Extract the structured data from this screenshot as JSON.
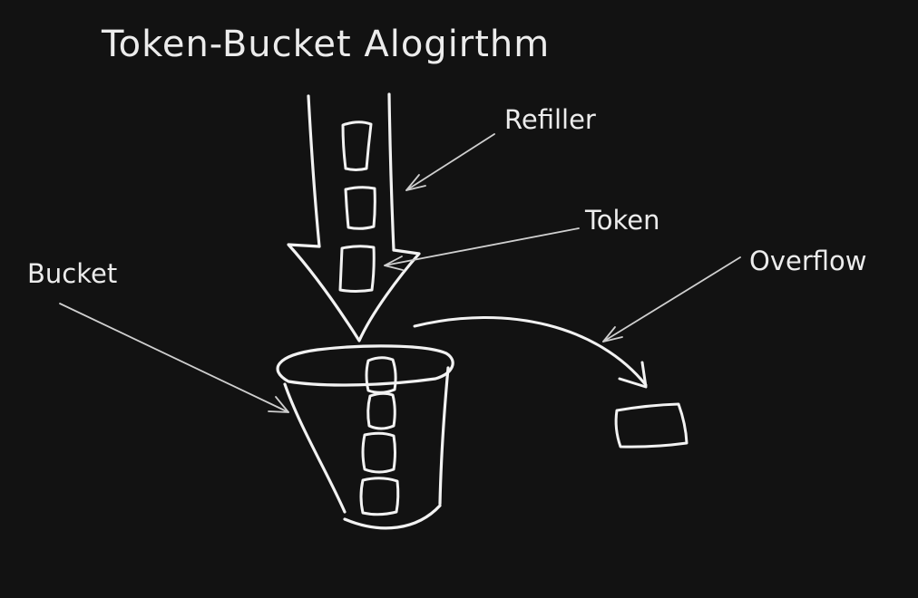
{
  "title": "Token-Bucket Alogirthm",
  "labels": {
    "refiller": "Refiller",
    "token": "Token",
    "bucket": "Bucket",
    "overflow": "Overflow"
  },
  "colors": {
    "background": "#121212",
    "stroke": "#f2f2f2",
    "pointer": "#cfcfcf",
    "text": "#ececec"
  }
}
